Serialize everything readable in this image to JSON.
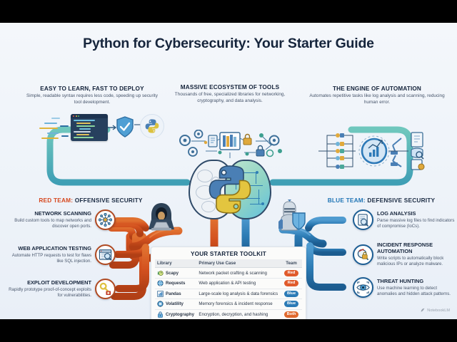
{
  "title": "Python for Cybersecurity: Your Starter Guide",
  "features": [
    {
      "id": "easy-to-learn",
      "heading": "EASY TO LEARN, FAST TO DEPLOY",
      "body": "Simple, readable syntax requires less code, speeding up security tool development.",
      "icons": [
        "code-window-icon",
        "shield-check-icon",
        "python-logo-icon"
      ]
    },
    {
      "id": "massive-ecosystem",
      "heading": "MASSIVE ECOSYSTEM OF TOOLS",
      "body": "Thousands of free, specialized libraries for networking, cryptography, and data analysis.",
      "icons": [
        "gear-icon",
        "document-icon",
        "library-books-icon",
        "lock-icon",
        "network-nodes-icon"
      ]
    },
    {
      "id": "engine-of-automation",
      "heading": "THE ENGINE OF AUTOMATION",
      "body": "Automates repetitive tasks like log analysis and scanning, reducing human error.",
      "icons": [
        "pipeline-nodes-icon",
        "gear-chart-icon",
        "robot-arm-icon",
        "report-icon"
      ]
    }
  ],
  "center": {
    "brain_label": "python-brain-illustration",
    "hacker_label": "hooded-hacker-with-laptop",
    "knight_label": "armored-knight-with-shield"
  },
  "red_team": {
    "header_accent": "RED TEAM:",
    "header_rest": " OFFENSIVE SECURITY",
    "color": "#d6481f",
    "items": [
      {
        "icon": "network-scan-icon",
        "title": "NETWORK SCANNING",
        "desc": "Build custom tools to map networks and discover open ports."
      },
      {
        "icon": "browser-search-icon",
        "title": "WEB APPLICATION TESTING",
        "desc": "Automate HTTP requests to test for flaws like SQL injection."
      },
      {
        "icon": "key-exploit-icon",
        "title": "EXPLOIT DEVELOPMENT",
        "desc": "Rapidly prototype proof-of-concept exploits for vulnerabilities."
      }
    ]
  },
  "blue_team": {
    "header_accent": "BLUE TEAM:",
    "header_rest": " DEFENSIVE SECURITY",
    "color": "#1f74b5",
    "items": [
      {
        "icon": "log-magnifier-icon",
        "title": "LOG ANALYSIS",
        "desc": "Parse massive log files to find indicators of compromise (IoCs)."
      },
      {
        "icon": "incident-lock-icon",
        "title": "INCIDENT RESPONSE AUTOMATION",
        "desc": "Write scripts to automatically block malicious IPs or analyze malware."
      },
      {
        "icon": "eye-scan-icon",
        "title": "THREAT HUNTING",
        "desc": "Use machine learning to detect anomalies and hidden attack patterns."
      }
    ]
  },
  "toolkit": {
    "heading": "YOUR STARTER TOOLKIT",
    "columns": [
      "Library",
      "Primary Use Case",
      "Team"
    ],
    "rows": [
      {
        "icon": "scapy-icon",
        "library": "Scapy",
        "use_case": "Network packet crafting & scanning",
        "team": "Red",
        "team_color": "#e05a2b"
      },
      {
        "icon": "globe-icon",
        "library": "Requests",
        "use_case": "Web application & API testing",
        "team": "Red",
        "team_color": "#e05a2b"
      },
      {
        "icon": "bar-chart-icon",
        "library": "Pandas",
        "use_case": "Large-scale log analysis & data forensics",
        "team": "Blue",
        "team_color": "#2c7bb6"
      },
      {
        "icon": "memory-chip-icon",
        "library": "Volatility",
        "use_case": "Memory forensics & incident response",
        "team": "Blue",
        "team_color": "#2c7bb6"
      },
      {
        "icon": "padlock-icon",
        "library": "Cryptography",
        "use_case": "Encryption, decryption, and hashing",
        "team": "Both",
        "team_color": "#e0692e"
      }
    ]
  },
  "watermark": "NotebookLM",
  "colors": {
    "red_pipe": "#d4521f",
    "blue_pipe": "#2d7cb5",
    "title": "#16253c",
    "background": "#f1f5fa"
  }
}
